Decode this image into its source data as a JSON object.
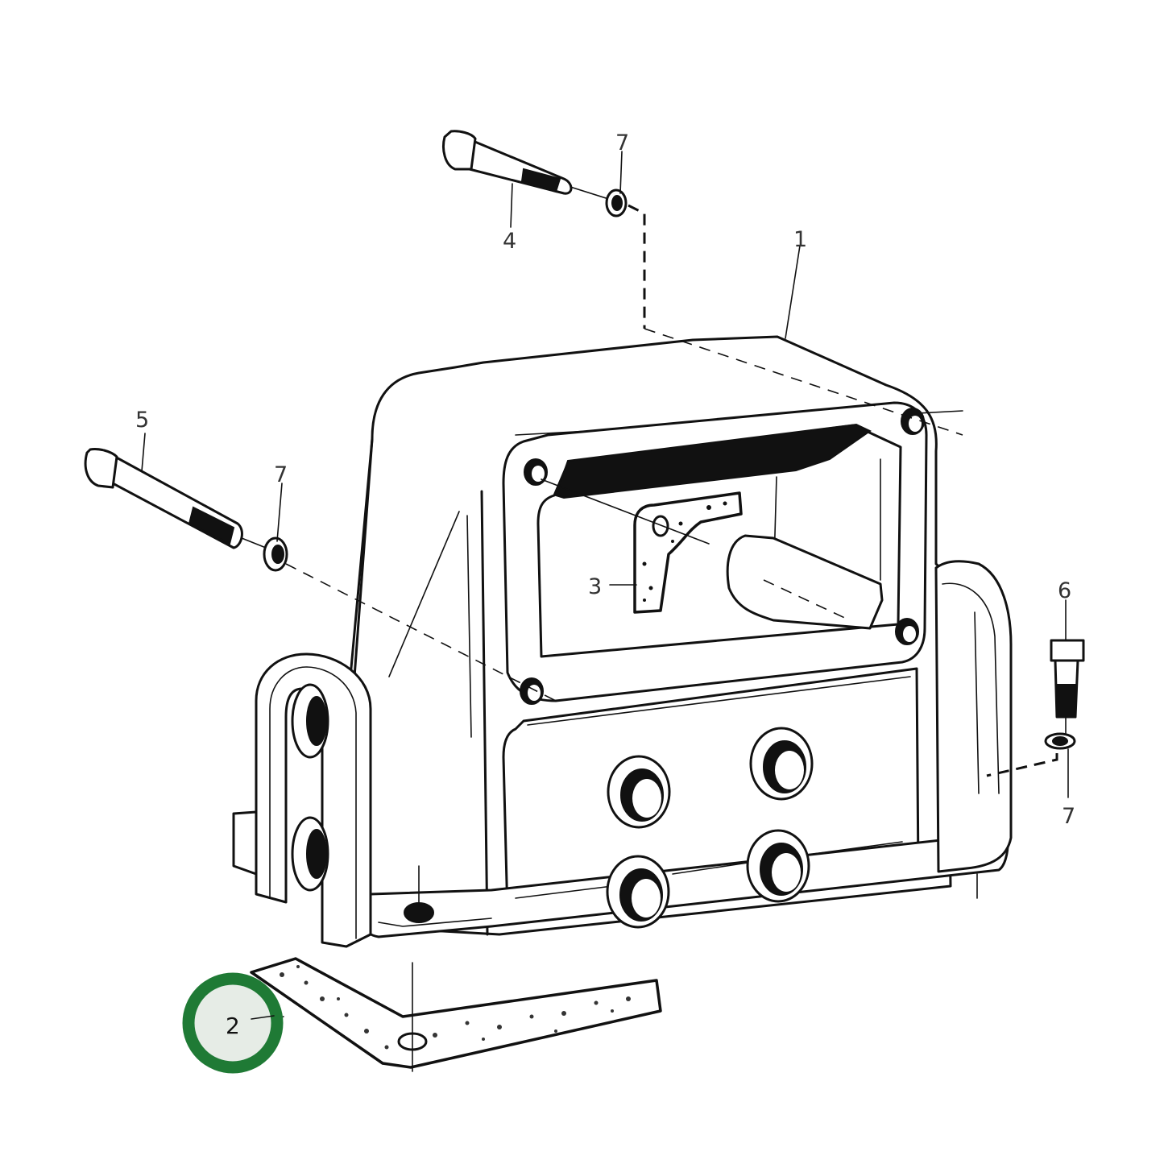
{
  "diagram": {
    "title": "",
    "type": "exploded-parts-view",
    "highlight": {
      "part": "2",
      "ring_color": "#1f7a35",
      "fill_color": "#e6ece6"
    },
    "callouts": [
      {
        "id": "1",
        "label": "1",
        "part": "housing"
      },
      {
        "id": "2",
        "label": "2",
        "part": "gasket (base)",
        "highlighted": true
      },
      {
        "id": "3",
        "label": "3",
        "part": "gasket (inner, L-shaped)"
      },
      {
        "id": "4",
        "label": "4",
        "part": "bolt (upper)"
      },
      {
        "id": "5",
        "label": "5",
        "part": "bolt (left, long)"
      },
      {
        "id": "6",
        "label": "6",
        "part": "bolt (short, right)"
      },
      {
        "id": "7a",
        "label": "7",
        "part": "washer (upper)"
      },
      {
        "id": "7b",
        "label": "7",
        "part": "washer (left)"
      },
      {
        "id": "7c",
        "label": "7",
        "part": "washer (right)"
      }
    ]
  }
}
